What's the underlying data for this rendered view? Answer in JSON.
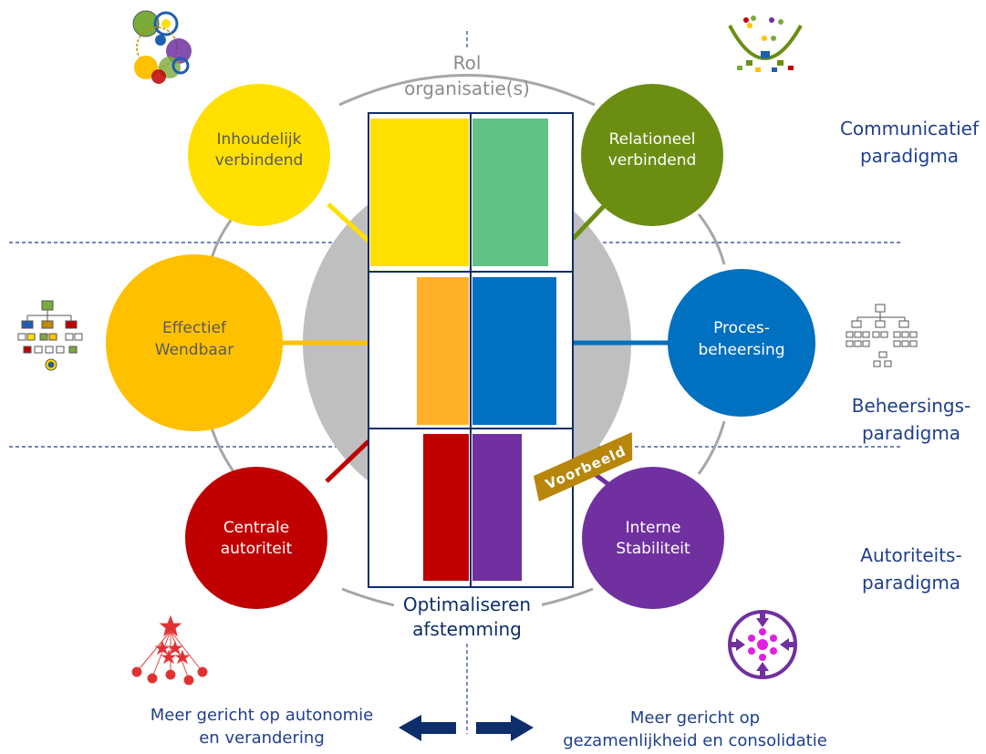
{
  "top_label": [
    "Rol",
    "organisatie(s)"
  ],
  "bottom_label": [
    "Optimaliseren",
    "afstemming"
  ],
  "circles": [
    {
      "id": "inhoudelijk",
      "lines": [
        "Inhoudelijk",
        "verbindend"
      ],
      "color": "#FFE000",
      "text_color": "#5a5a5a"
    },
    {
      "id": "relationeel",
      "lines": [
        "Relationeel",
        "verbindend"
      ],
      "color": "#6B8E12",
      "text_color": "#ffffff"
    },
    {
      "id": "effectief",
      "lines": [
        "Effectief",
        "Wendbaar"
      ],
      "color": "#FFC000",
      "text_color": "#5a5a5a"
    },
    {
      "id": "proces",
      "lines": [
        "Proces-",
        "beheersing"
      ],
      "color": "#0070C0",
      "text_color": "#ffffff"
    },
    {
      "id": "centrale",
      "lines": [
        "Centrale",
        "autoriteit"
      ],
      "color": "#C00000",
      "text_color": "#ffffff"
    },
    {
      "id": "interne",
      "lines": [
        "Interne",
        "Stabiliteit"
      ],
      "color": "#7030A0",
      "text_color": "#ffffff"
    }
  ],
  "paradigms": [
    {
      "id": "communicatief",
      "lines": [
        "Communicatief",
        "paradigma"
      ]
    },
    {
      "id": "beheersing",
      "lines": [
        "Beheersings-",
        "paradigma"
      ]
    },
    {
      "id": "autoriteit",
      "lines": [
        "Autoriteits-",
        "paradigma"
      ]
    }
  ],
  "badge": "Voorbeeld",
  "bottom_left": [
    "Meer gericht op autonomie",
    "en verandering"
  ],
  "bottom_right": [
    "Meer gericht op",
    "gezamenlijkheid en consolidatie"
  ],
  "bars": [
    {
      "id": "top-left",
      "color": "#FFE000",
      "level": 1.0
    },
    {
      "id": "top-right",
      "color": "#62C286",
      "level": 1.0
    },
    {
      "id": "mid-left",
      "color": "#FFB12A",
      "level": 1.0
    },
    {
      "id": "mid-right",
      "color": "#0070C0",
      "level": 1.0
    },
    {
      "id": "bot-left",
      "color": "#C00000",
      "level": 1.0
    },
    {
      "id": "bot-right",
      "color": "#7030A0",
      "level": 1.0
    }
  ],
  "colors": {
    "navy": "#0D2D6B",
    "text_blue": "#1F3F8C",
    "gray_ring": "#BFBFBF",
    "badge": "#B8860B",
    "label_gray": "#8C8C8C"
  },
  "icons": [
    "overlap-circles-icon",
    "semicircle-network-icon",
    "org-chart-colored-icon",
    "org-chart-gray-icon",
    "star-hierarchy-icon",
    "centered-arrows-icon"
  ]
}
